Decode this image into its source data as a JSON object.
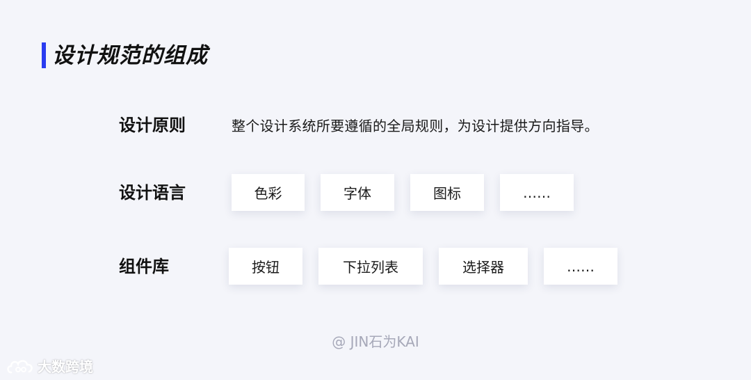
{
  "title": "设计规范的组成",
  "rows": {
    "principles": {
      "label": "设计原则",
      "description": "整个设计系统所要遵循的全局规则，为设计提供方向指导。"
    },
    "language": {
      "label": "设计语言",
      "items": [
        "色彩",
        "字体",
        "图标",
        "……"
      ]
    },
    "components": {
      "label": "组件库",
      "items": [
        "按钮",
        "下拉列表",
        "选择器",
        "……"
      ]
    }
  },
  "footer": {
    "credit": "@ JIN石为KAI"
  },
  "watermark": {
    "text": "大数跨境",
    "icon": "cloud-logo-icon"
  },
  "colors": {
    "accent": "#2a3cf0",
    "background": "#f4f5fa",
    "card": "#ffffff",
    "credit": "#a6a8b8"
  }
}
